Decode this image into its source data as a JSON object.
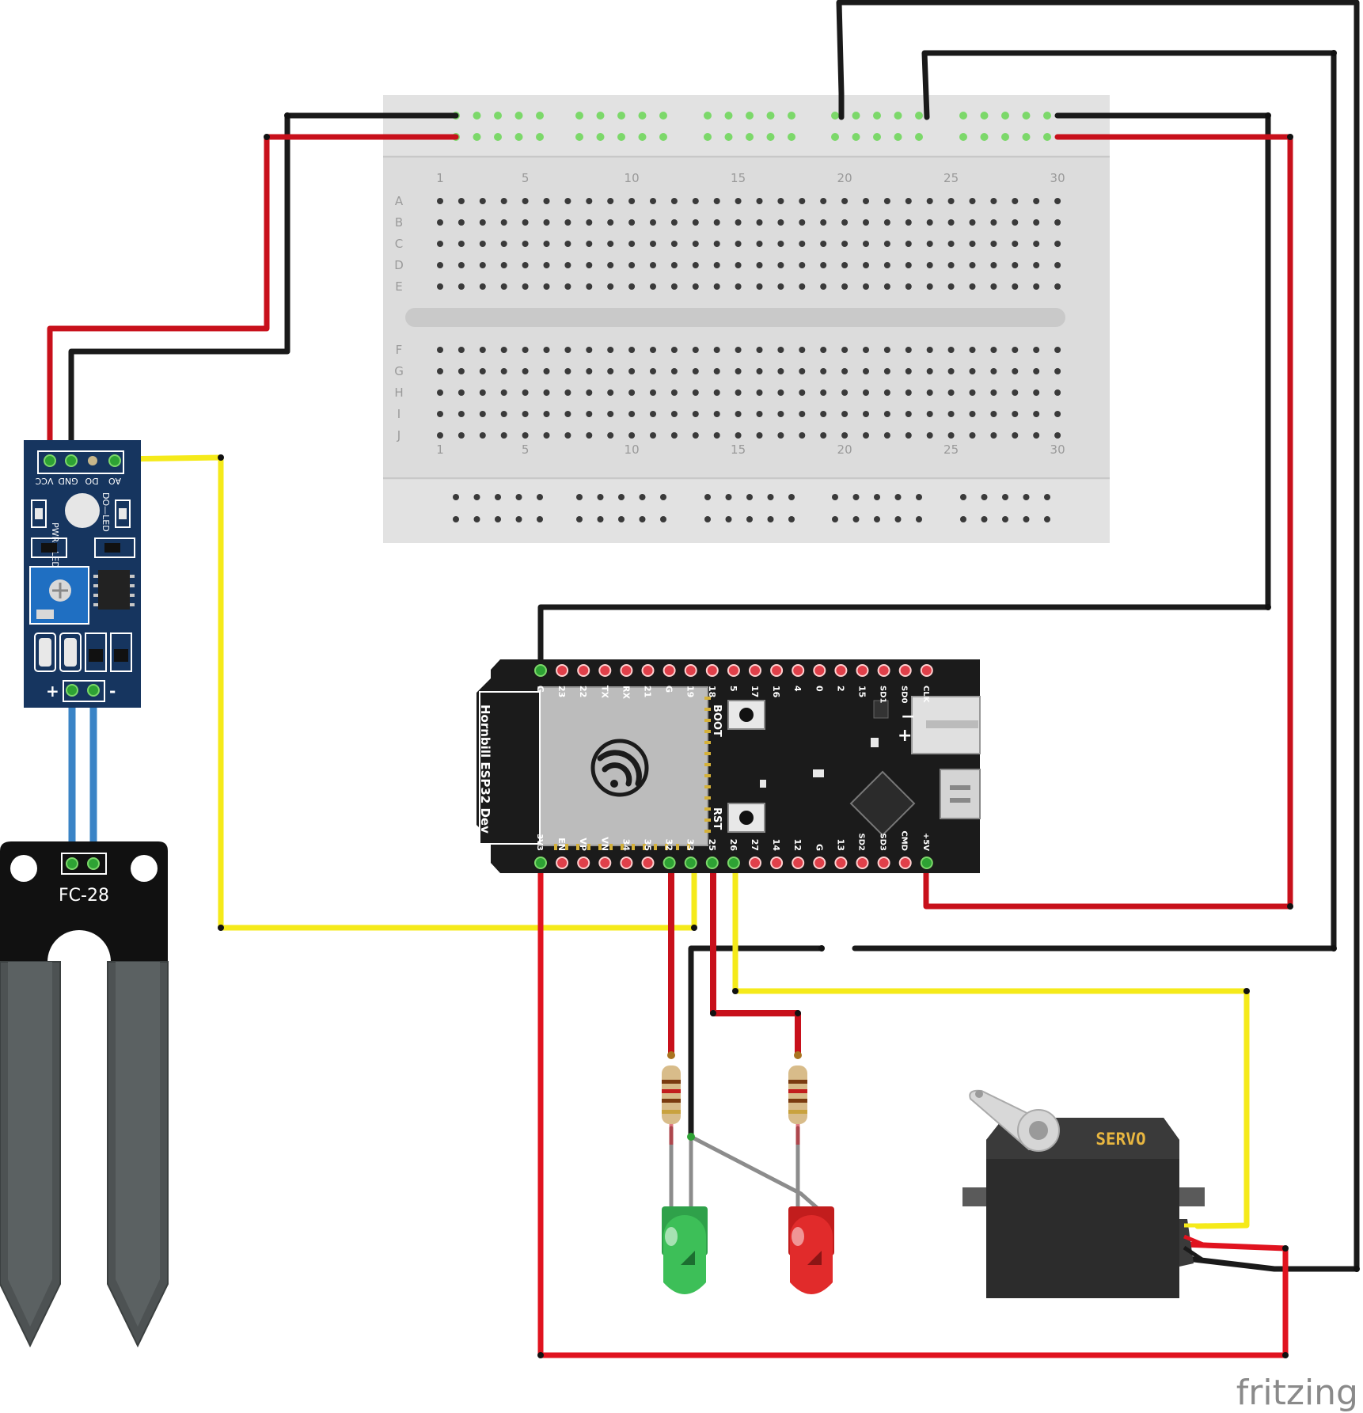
{
  "breadboard": {
    "column_numbers": [
      "1",
      "5",
      "10",
      "15",
      "20",
      "25",
      "30"
    ],
    "row_letters_top": [
      "A",
      "B",
      "C",
      "D",
      "E"
    ],
    "row_letters_bottom": [
      "F",
      "G",
      "H",
      "I",
      "J"
    ]
  },
  "moisture_module": {
    "pin_labels": [
      "VCC",
      "GND",
      "DO",
      "AO"
    ],
    "led_labels": [
      "PWR—LED",
      "DO—LED"
    ],
    "probe_pins": [
      "+",
      "-"
    ]
  },
  "probe": {
    "label": "FC-28"
  },
  "esp32": {
    "board_name": "Hornbill ESP32 Dev",
    "top_pins": [
      "G",
      "23",
      "22",
      "TX",
      "RX",
      "21",
      "G",
      "19",
      "18",
      "5",
      "17",
      "16",
      "4",
      "0",
      "2",
      "15",
      "SD1",
      "SD0",
      "CLK"
    ],
    "bottom_pins": [
      "3V3",
      "EN",
      "VP",
      "VN",
      "34",
      "35",
      "32",
      "33",
      "25",
      "26",
      "27",
      "14",
      "12",
      "G",
      "13",
      "SD2",
      "SD3",
      "CMD",
      "+5V"
    ],
    "buttons": [
      "BOOT",
      "RST"
    ]
  },
  "servo": {
    "label": "SERVO"
  },
  "leds": [
    "green",
    "red"
  ],
  "watermark": "fritzing",
  "colors": {
    "wire_black": "#1a1a1a",
    "wire_red": "#c8101b",
    "wire_yellow": "#f5ea1a",
    "wire_blue": "#3a84c6",
    "wire_gray": "#8c8c8c",
    "breadboard": "#dcdcdc",
    "module_pcb": "#16355f",
    "esp32_pcb": "#1b1b1b",
    "pin_hole": "#e0404a"
  }
}
